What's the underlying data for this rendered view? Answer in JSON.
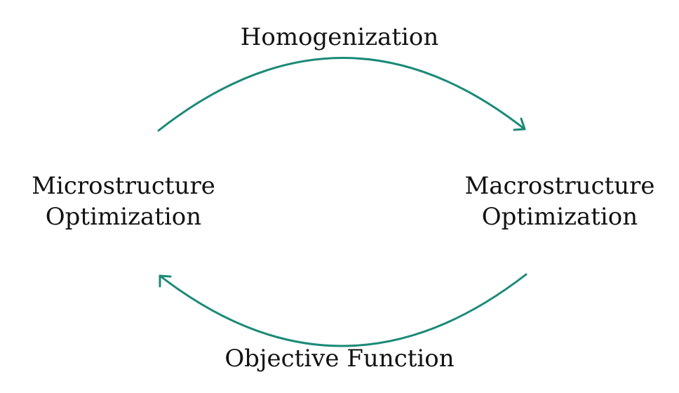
{
  "diagram": {
    "top_edge_label": "Homogenization",
    "bottom_edge_label": "Objective Function",
    "left_node": {
      "line1": "Microstructure",
      "line2": "Optimization"
    },
    "right_node": {
      "line1": "Macrostructure",
      "line2": "Optimization"
    },
    "arrow_color": "#1b8a78"
  }
}
